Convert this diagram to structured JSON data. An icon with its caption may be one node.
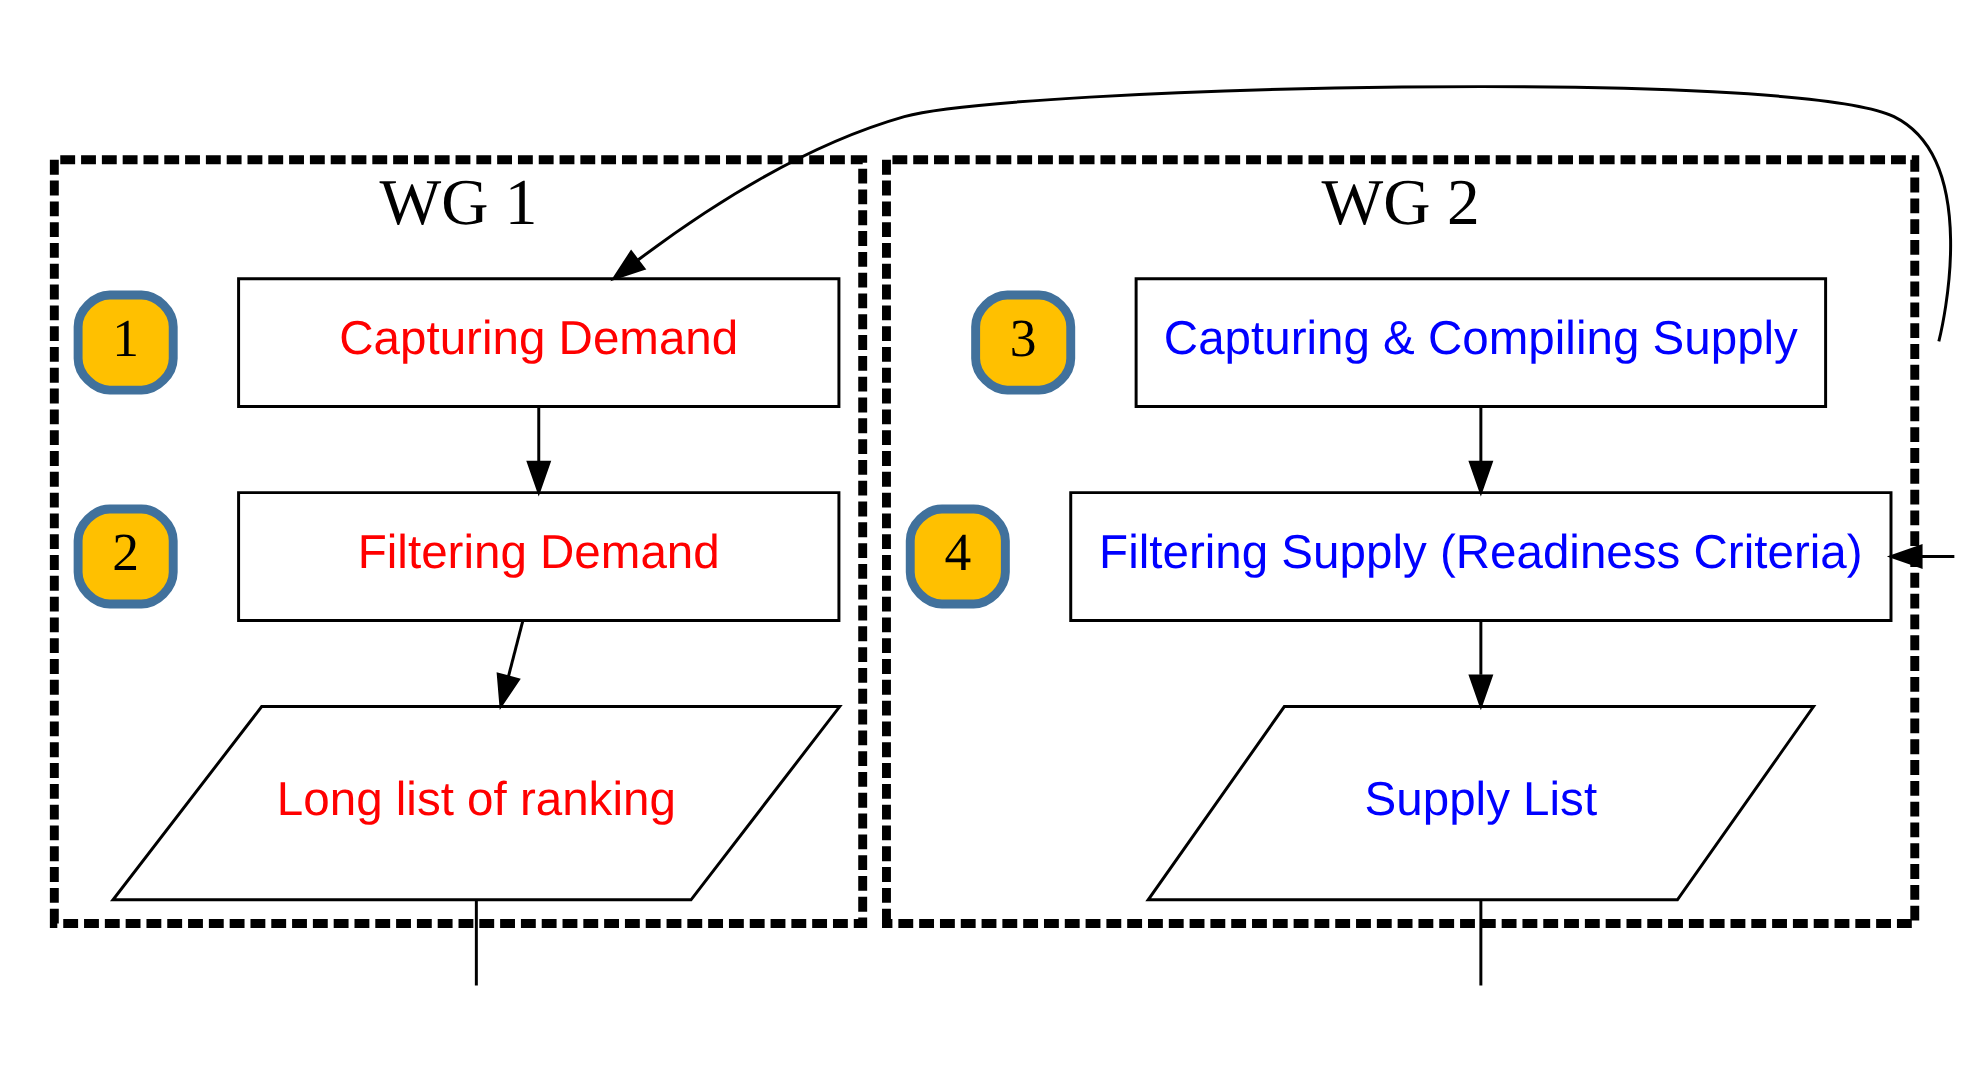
{
  "diagram": {
    "nodes": [
      {
        "text": [
          "WG 1"
        ]
      },
      {
        "text": [
          "WG 2"
        ]
      },
      {
        "text": [
          "1"
        ],
        "in": 0
      },
      {
        "text": [
          "Capturing Demand"
        ],
        "in": 0
      },
      {
        "text": [
          "2"
        ],
        "in": 0
      },
      {
        "text": [
          "Filtering Demand"
        ],
        "in": 0
      },
      {
        "text": [
          "Long list of ranking"
        ],
        "in": 0
      },
      {
        "text": [
          "3"
        ],
        "in": 1
      },
      {
        "text": [
          "Capturing & Compiling Supply"
        ],
        "in": 1
      },
      {
        "text": [
          "4"
        ],
        "in": 1
      },
      {
        "text": [
          "Filtering Supply (Readiness Criteria)"
        ],
        "in": 1
      },
      {
        "text": [
          "Supply List"
        ],
        "in": 1
      }
    ],
    "edges": [
      {
        "from": null,
        "to": 3,
        "arrow": "to"
      },
      {
        "from": 3,
        "to": 5,
        "arrow": "to"
      },
      {
        "from": 5,
        "to": 6,
        "arrow": "to"
      },
      {
        "from": 6,
        "to": null,
        "arrow": "none"
      },
      {
        "from": 8,
        "to": 10,
        "arrow": "to"
      },
      {
        "from": null,
        "to": 10,
        "arrow": "to"
      },
      {
        "from": 10,
        "to": 11,
        "arrow": "to"
      },
      {
        "from": 11,
        "to": null,
        "arrow": "none"
      }
    ]
  }
}
